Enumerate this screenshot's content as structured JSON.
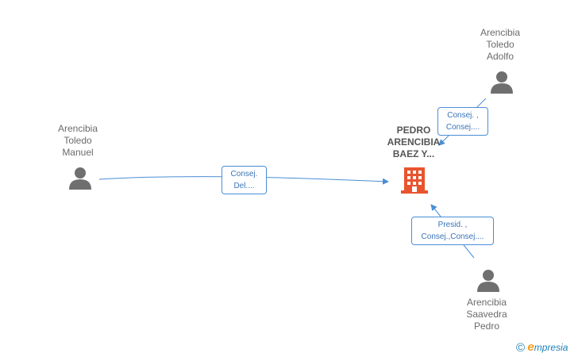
{
  "nodes": {
    "company": {
      "lines": [
        "PEDRO",
        "ARENCIBIA",
        "BAEZ Y..."
      ],
      "color": "#e8542e"
    },
    "adolfo": {
      "lines": [
        "Arencibia",
        "Toledo",
        "Adolfo"
      ]
    },
    "manuel": {
      "lines": [
        "Arencibia",
        "Toledo",
        "Manuel"
      ]
    },
    "pedro": {
      "lines": [
        "Arencibia",
        "Saavedra",
        "Pedro"
      ]
    }
  },
  "edges": {
    "adolfo": {
      "lines": [
        "Consej. ,",
        "Consej...."
      ]
    },
    "manuel": {
      "lines": [
        "Consej.",
        "Del...."
      ]
    },
    "pedro": {
      "lines": [
        "Presid. ,",
        "Consej.,Consej...."
      ]
    }
  },
  "colors": {
    "edge": "#4a8ed6",
    "person": "#6f6f6f",
    "brand_blue": "#1e7fb8",
    "brand_orange": "#f39c1e"
  },
  "brand": {
    "copyright": "©",
    "e": "e",
    "rest": "mpresia"
  }
}
